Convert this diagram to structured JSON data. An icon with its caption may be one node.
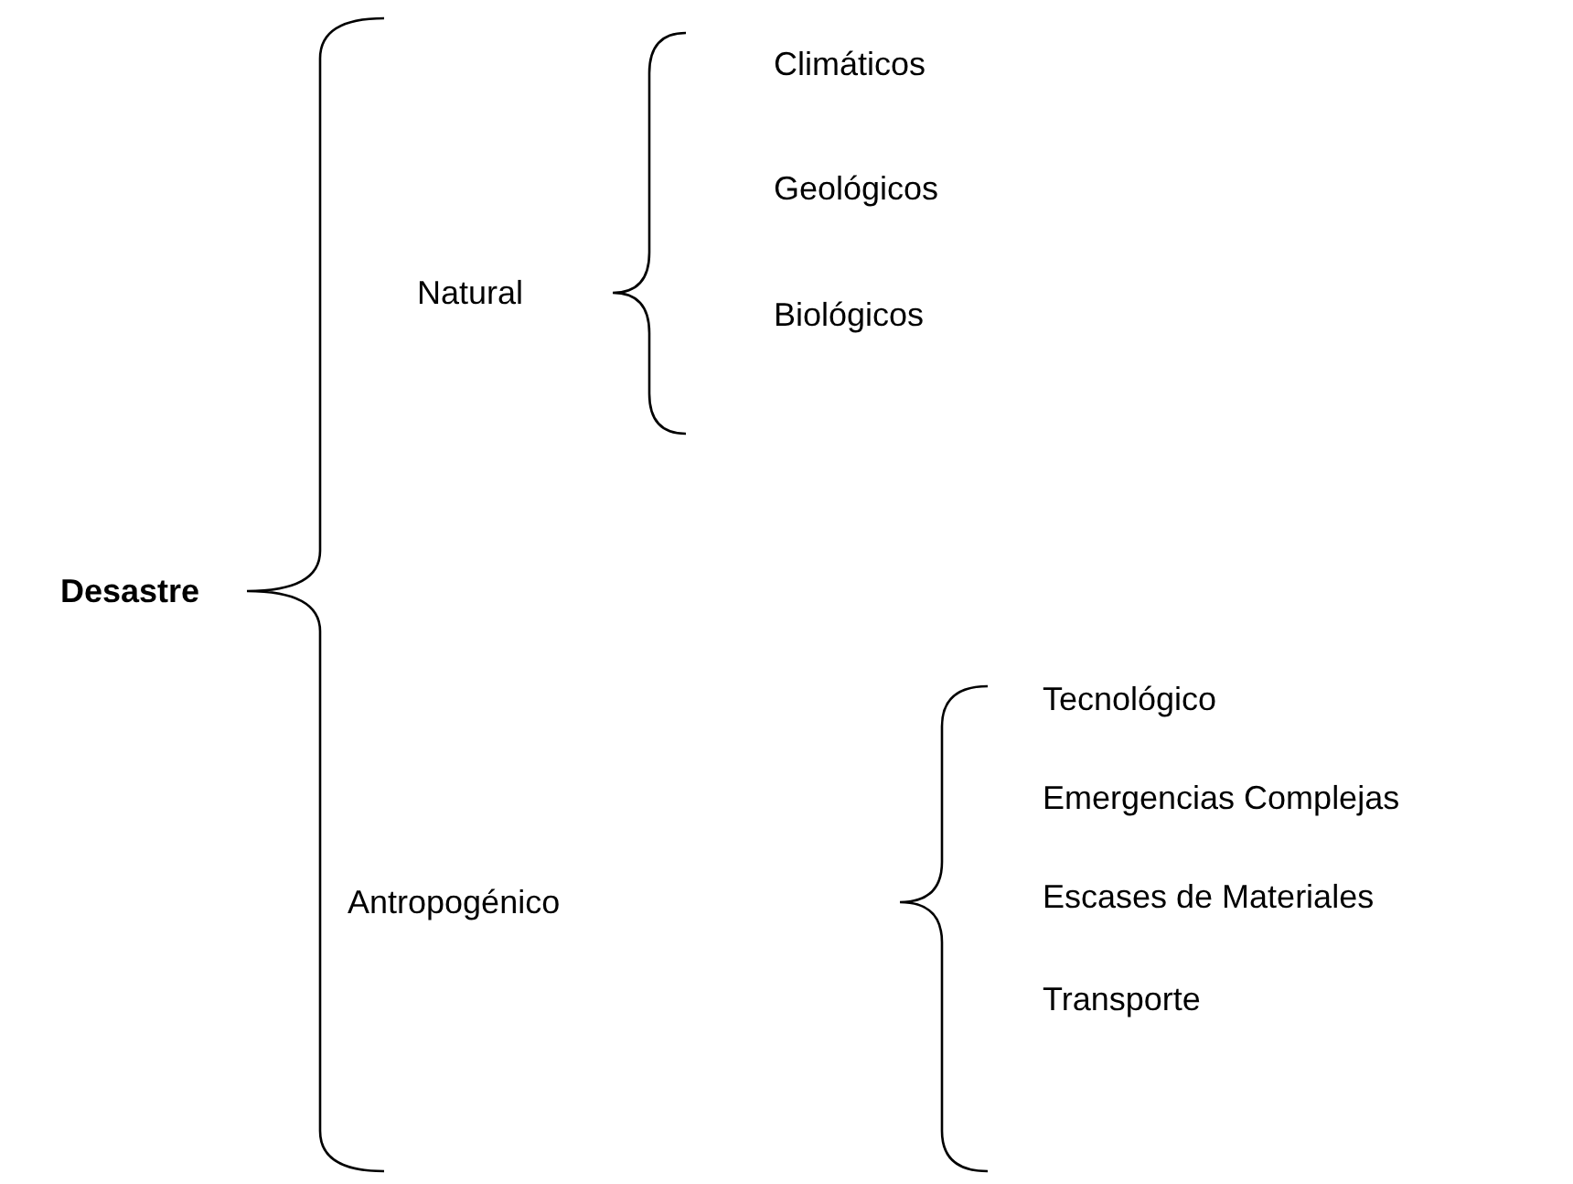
{
  "diagram": {
    "nodes": [
      {
        "text": [
          "Desastre"
        ]
      },
      {
        "text": [
          "Natural"
        ]
      },
      {
        "text": [
          "Climáticos"
        ]
      },
      {
        "text": [
          "Geológicos"
        ]
      },
      {
        "text": [
          "Biológicos"
        ]
      },
      {
        "text": [
          "Antropogénico"
        ]
      },
      {
        "text": [
          "Tecnológico"
        ]
      },
      {
        "text": [
          "Emergencias Complejas"
        ]
      },
      {
        "text": [
          "Escases de Materiales"
        ]
      },
      {
        "text": [
          "Transporte"
        ]
      }
    ]
  }
}
